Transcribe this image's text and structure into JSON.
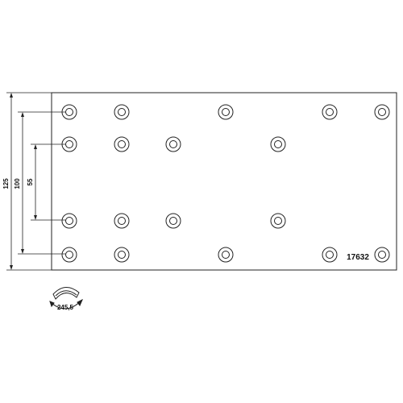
{
  "drawing": {
    "part_number": "17632",
    "dimensions": {
      "overall_height": "125",
      "outer_rivet_spacing": "100",
      "inner_rivet_spacing": "55",
      "arc_length": "245,5"
    },
    "line_color": "#222222",
    "background": "#ffffff"
  }
}
